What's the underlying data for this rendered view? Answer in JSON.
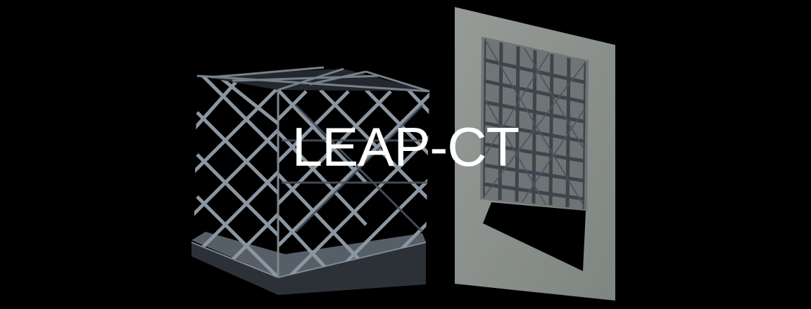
{
  "title": "LEAP-CT",
  "colors": {
    "background": "#000000",
    "title_text": "#ffffff",
    "lattice": "#8c97a0",
    "lattice_dark": "#3a4048",
    "projection_panel": "#8a908c",
    "projection_lattice": "#4a5058",
    "shadow": "#000000"
  },
  "illustration": {
    "left_object": "3d-lattice-cube-render",
    "right_object": "ct-projection-panel"
  }
}
